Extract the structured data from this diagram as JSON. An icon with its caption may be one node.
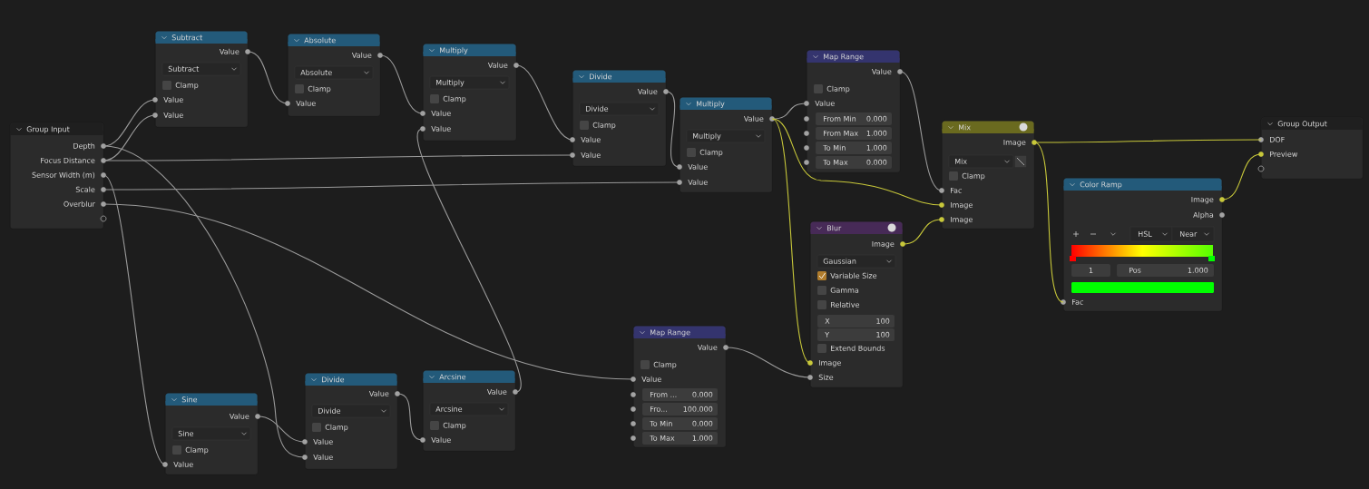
{
  "diagram": {
    "nodes": [
      {
        "text": [
          "Group Input",
          "Depth",
          "Focus Distance",
          "Sensor Width (m)",
          "Scale",
          "Overblur"
        ]
      },
      {
        "text": [
          "Subtract",
          "Value",
          "Subtract",
          "Clamp",
          "Value",
          "Value"
        ]
      },
      {
        "text": [
          "Absolute",
          "Value",
          "Absolute",
          "Clamp",
          "Value"
        ]
      },
      {
        "text": [
          "Multiply",
          "Value",
          "Multiply",
          "Clamp",
          "Value",
          "Value"
        ]
      },
      {
        "text": [
          "Divide",
          "Value",
          "Divide",
          "Clamp",
          "Value",
          "Value"
        ]
      },
      {
        "text": [
          "Multiply",
          "Value",
          "Multiply",
          "Clamp",
          "Value",
          "Value"
        ]
      },
      {
        "text": [
          "Map Range",
          "Value",
          "Clamp",
          "Value",
          "From Min",
          "0.000",
          "From Max",
          "1.000",
          "To Min",
          "1.000",
          "To Max",
          "0.000"
        ]
      },
      {
        "text": [
          "Mix",
          "Image",
          "Mix",
          "Clamp",
          "Fac",
          "Image",
          "Image"
        ]
      },
      {
        "text": [
          "Group Output",
          "DOF",
          "Preview"
        ]
      },
      {
        "text": [
          "Color Ramp",
          "Image",
          "Alpha",
          "HSL",
          "Near",
          "1",
          "Pos",
          "1.000",
          "Fac"
        ]
      },
      {
        "text": [
          "Blur",
          "Image",
          "Gaussian",
          "Variable Size",
          "Gamma",
          "Relative",
          "X",
          "100",
          "Y",
          "100",
          "Extend Bounds",
          "Image",
          "Size"
        ]
      },
      {
        "text": [
          "Map Range",
          "Value",
          "Clamp",
          "Value",
          "From ...",
          "0.000",
          "Fro...",
          "100.000",
          "To Min",
          "0.000",
          "To Max",
          "1.000"
        ]
      },
      {
        "text": [
          "Sine",
          "Value",
          "Sine",
          "Clamp",
          "Value"
        ]
      },
      {
        "text": [
          "Divide",
          "Value",
          "Divide",
          "Clamp",
          "Value",
          "Value"
        ]
      },
      {
        "text": [
          "Arcsine",
          "Value",
          "Arcsine",
          "Clamp",
          "Value"
        ]
      }
    ],
    "edges": [
      {
        "from": 0,
        "to": 1,
        "arrow": "none"
      },
      {
        "from": 0,
        "to": 1,
        "arrow": "none"
      },
      {
        "from": 0,
        "to": 4,
        "arrow": "none"
      },
      {
        "from": 0,
        "to": 13,
        "arrow": "none"
      },
      {
        "from": 0,
        "to": 12,
        "arrow": "none"
      },
      {
        "from": 0,
        "to": 5,
        "arrow": "none"
      },
      {
        "from": 0,
        "to": 11,
        "arrow": "none"
      },
      {
        "from": 1,
        "to": 2,
        "arrow": "none"
      },
      {
        "from": 2,
        "to": 3,
        "arrow": "none"
      },
      {
        "from": 14,
        "to": 3,
        "arrow": "none"
      },
      {
        "from": 12,
        "to": 13,
        "arrow": "none"
      },
      {
        "from": 13,
        "to": 14,
        "arrow": "none"
      },
      {
        "from": 3,
        "to": 4,
        "arrow": "none"
      },
      {
        "from": 4,
        "to": 5,
        "arrow": "none"
      },
      {
        "from": 5,
        "to": 6,
        "arrow": "none"
      },
      {
        "from": 5,
        "to": 7,
        "arrow": "none",
        "color": "#c8c83a"
      },
      {
        "from": 5,
        "to": 10,
        "arrow": "none",
        "color": "#c8c83a"
      },
      {
        "from": 6,
        "to": 7,
        "arrow": "none"
      },
      {
        "from": 11,
        "to": 10,
        "arrow": "none"
      },
      {
        "from": 10,
        "to": 7,
        "arrow": "none",
        "color": "#c8c83a"
      },
      {
        "from": 7,
        "to": 8,
        "arrow": "none",
        "color": "#c8c83a"
      },
      {
        "from": 7,
        "to": 9,
        "arrow": "none",
        "color": "#c8c83a"
      },
      {
        "from": 9,
        "to": 8,
        "arrow": "none",
        "color": "#c8c83a"
      }
    ]
  }
}
